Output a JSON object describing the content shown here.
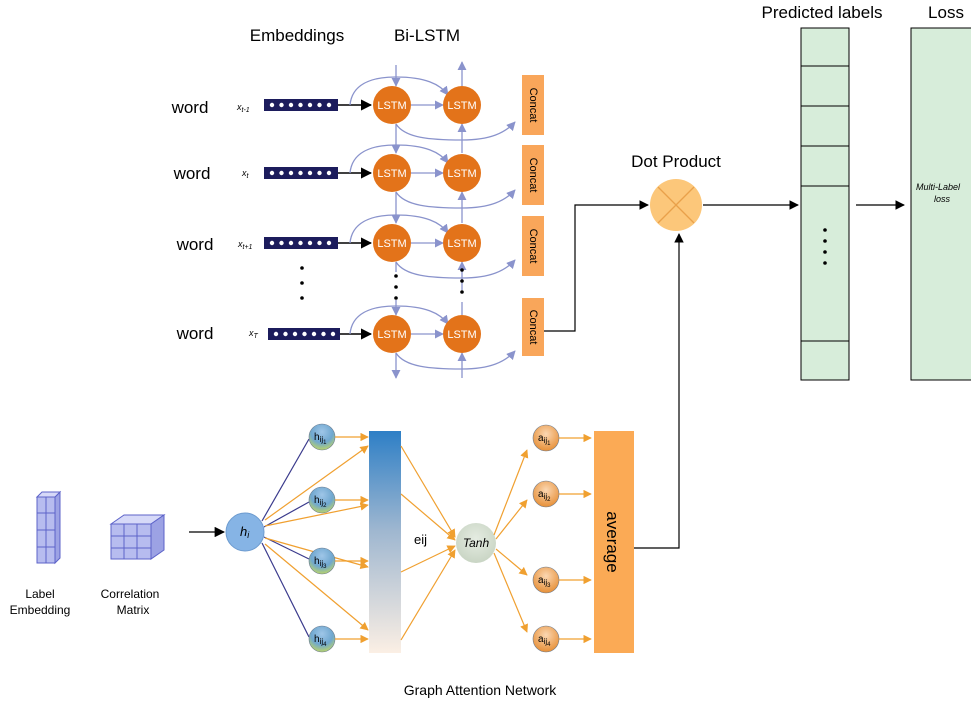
{
  "headers": {
    "embeddings": "Embeddings",
    "bilstm": "Bi-LSTM",
    "predicted": "Predicted labels",
    "loss": "Loss"
  },
  "words": [
    {
      "word": "word",
      "x": "x",
      "sub": "t-1"
    },
    {
      "word": "word",
      "x": "x",
      "sub": "t"
    },
    {
      "word": "word",
      "x": "x",
      "sub": "t+1"
    },
    {
      "word": "word",
      "x": "x",
      "sub": "T"
    }
  ],
  "lstm_label": "LSTM",
  "concat_label": "Concat",
  "dot_product": "Dot Product",
  "loss_text": [
    "Multi-Label",
    "loss"
  ],
  "gat": {
    "h_i": "h",
    "h_i_sub": "i",
    "hij": [
      {
        "base": "h",
        "sub": "ij",
        "subsub": "1"
      },
      {
        "base": "h",
        "sub": "ij",
        "subsub": "2"
      },
      {
        "base": "h",
        "sub": "ij",
        "subsub": "3"
      },
      {
        "base": "h",
        "sub": "ij",
        "subsub": "4"
      }
    ],
    "aij": [
      {
        "base": "a",
        "sub": "ij",
        "subsub": "1"
      },
      {
        "base": "a",
        "sub": "ij",
        "subsub": "2"
      },
      {
        "base": "a",
        "sub": "ij",
        "subsub": "3"
      },
      {
        "base": "a",
        "sub": "ij",
        "subsub": "4"
      }
    ],
    "eij": "eij",
    "tanh": "Tanh",
    "average": "average",
    "title": "Graph Attention Network"
  },
  "inputs": {
    "label_embedding": [
      "Label",
      "Embedding"
    ],
    "correlation": [
      "Correlation",
      "Matrix"
    ]
  },
  "colors": {
    "lstm": "#E3731A",
    "concat": "#F9A65A",
    "blue_arrow": "#8A93CC",
    "orange_arrow": "#F0A030",
    "navy": "#1C1C5C",
    "label_box": "#D7EDDA",
    "average": "#FBAA55"
  }
}
